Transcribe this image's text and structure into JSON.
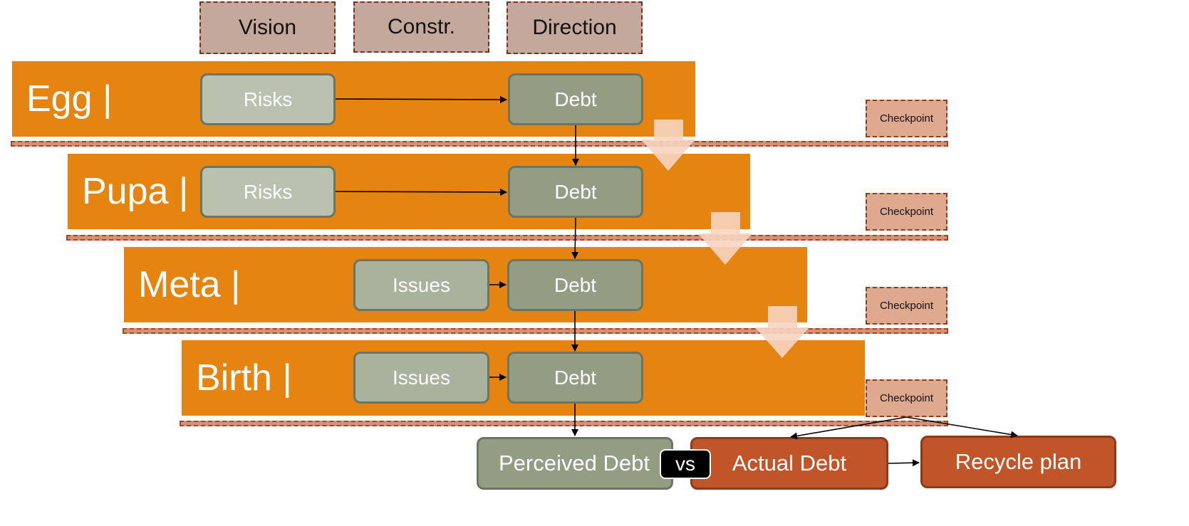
{
  "headers": [
    "Vision",
    "Constr.",
    "Direction"
  ],
  "phases": [
    {
      "label": "Egg |",
      "left_node": "Risks",
      "right_node": "Debt"
    },
    {
      "label": "Pupa |",
      "left_node": "Risks",
      "right_node": "Debt"
    },
    {
      "label": "Meta |",
      "left_node": "Issues",
      "right_node": "Debt"
    },
    {
      "label": "Birth |",
      "left_node": "Issues",
      "right_node": "Debt"
    }
  ],
  "checkpoints": [
    "Checkpoint",
    "Checkpoint",
    "Checkpoint",
    "Checkpoint"
  ],
  "bottom": {
    "perceived": "Perceived Debt",
    "vs": "vs",
    "actual": "Actual Debt",
    "recycle": "Recycle plan"
  },
  "colors": {
    "band": "#e58410",
    "node_green": "#939d84",
    "node_red": "#c0552a",
    "checkpoint": "#dfa98f",
    "header": "#c4a89c"
  }
}
